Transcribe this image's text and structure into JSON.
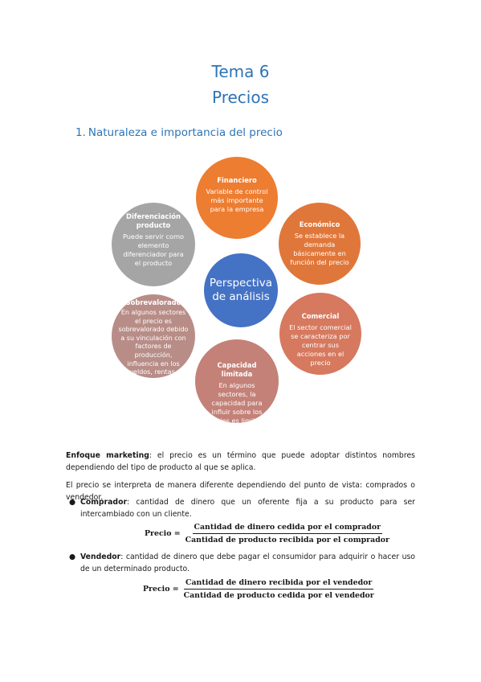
{
  "title": {
    "line1": "Tema 6",
    "line2": "Precios"
  },
  "section": {
    "number": "1.",
    "label": "Naturaleza e importancia del precio"
  },
  "diagram": {
    "center": "Perspectiva de análisis",
    "financiero": {
      "title": "Financiero",
      "body": "Variable de control más importante para la empresa",
      "color": "#ed7d31"
    },
    "economico": {
      "title": "Económico",
      "body": "Se establece la demanda básicamente en función del precio",
      "color": "#e0773a"
    },
    "comercial": {
      "title": "Comercial",
      "body": "El sector comercial se caracteriza por centrar sus acciones en el precio",
      "color": "#d6795f"
    },
    "capacidad": {
      "title": "Capacidad limitada",
      "body": "En algunos sectores, la capacidad para influir sobre los precios es limitada",
      "color": "#c48178"
    },
    "sobrevalorado": {
      "title": "Sobrevalorado",
      "body": "En algunos sectores el precio es sobrevalorado debido a su vinculación con factores de producción, influencia en los sueldos, rentas o intereses",
      "color": "#b88d88"
    },
    "diferenciacion": {
      "title": "Diferenciación producto",
      "body": "Puede servir como elemento diferenciador para el producto",
      "color": "#a5a5a5"
    }
  },
  "paragraphs": {
    "enfoque_label": "Enfoque marketing",
    "enfoque_text": ": el precio es un término que puede adoptar distintos nombres dependiendo del tipo de producto al que se aplica.",
    "interpretacion": "El precio se interpreta de manera diferente dependiendo del punto de vista: comprados o vendedor."
  },
  "bullets": {
    "comprador": {
      "label": "Comprador",
      "text": ": cantidad de dinero que un oferente fija a su producto para ser intercambiado con un cliente.",
      "formula_label": "Precio =",
      "numerator": "Cantidad de dinero cedida por el comprador",
      "denominator": "Cantidad de producto recibida por el comprador"
    },
    "vendedor": {
      "label": "Vendedor",
      "text": ": cantidad de dinero que debe pagar el consumidor para adquirir o hacer uso de un determinado producto.",
      "formula_label": "Precio =",
      "numerator": "Cantidad de dinero recibida por el vendedor",
      "denominator": "Cantidad de producto cedida por el vendedor"
    }
  }
}
